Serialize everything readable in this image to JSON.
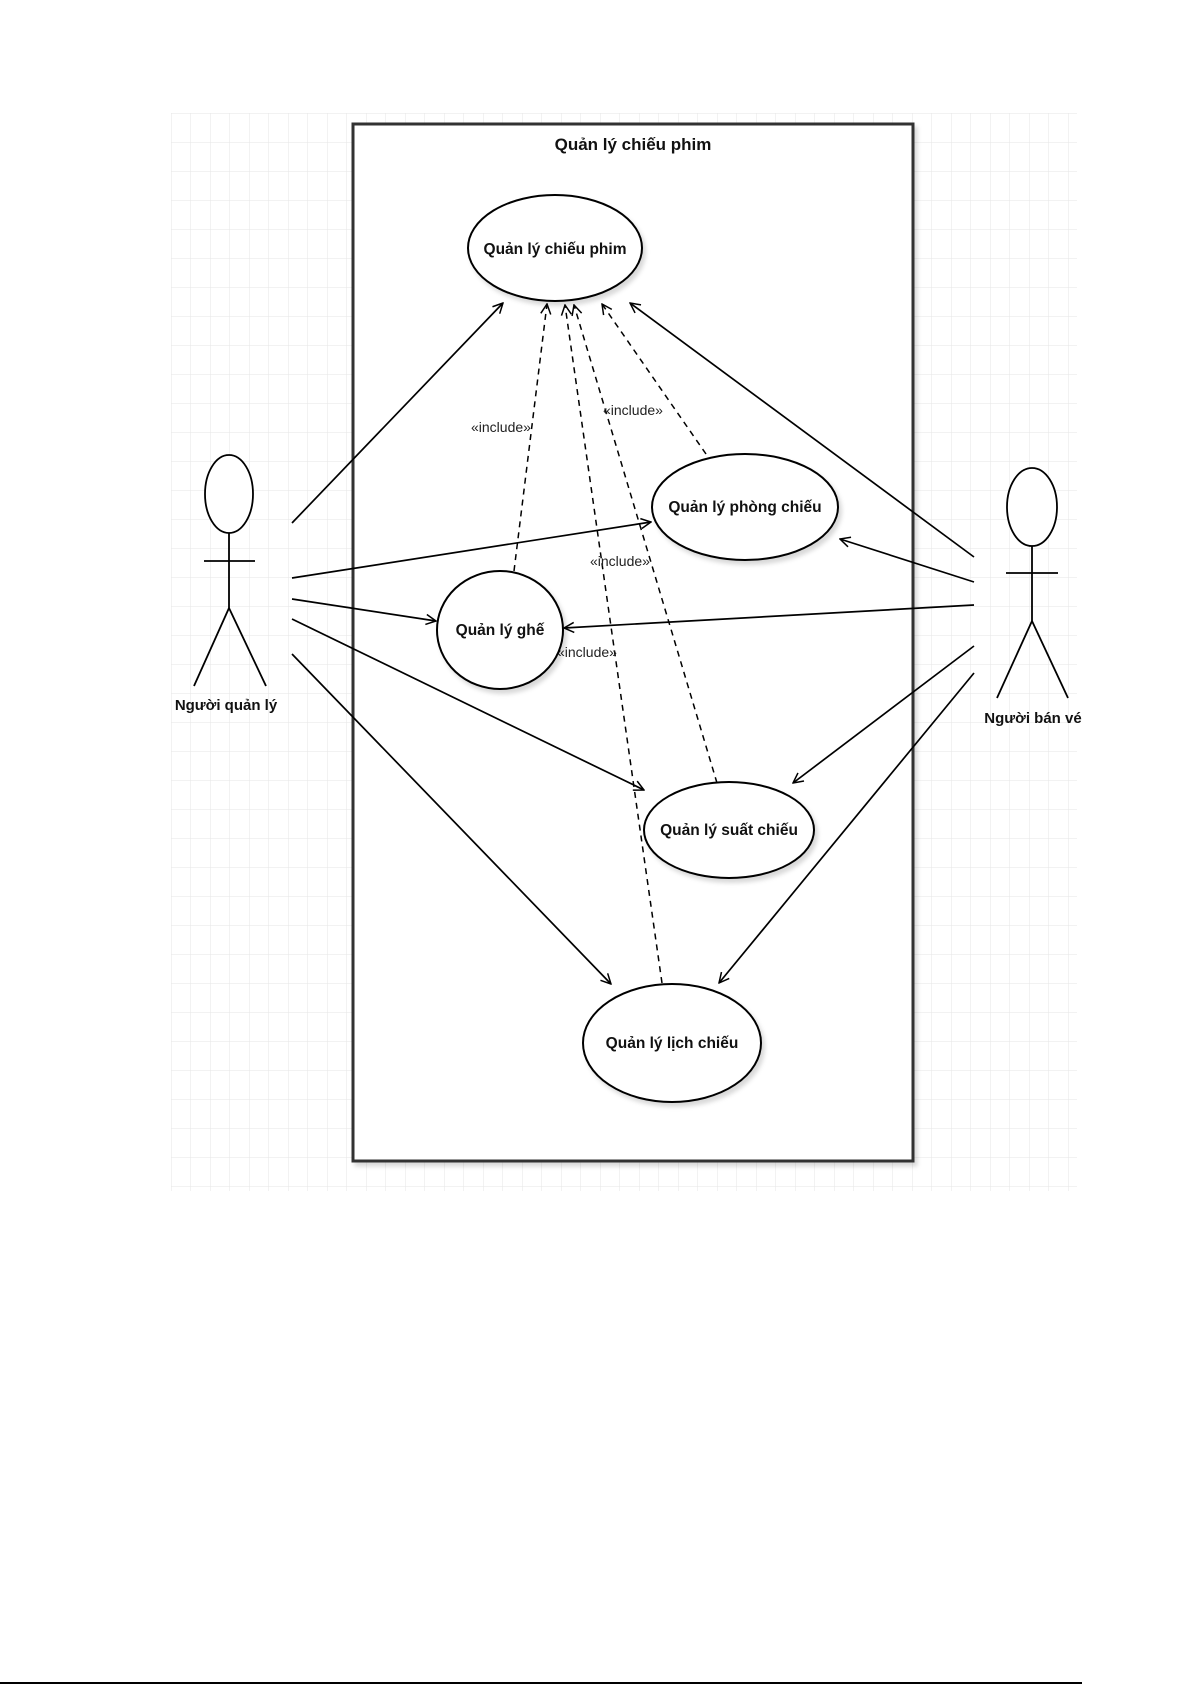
{
  "diagram": {
    "type": "uml-use-case",
    "system_boundary": {
      "title": "Quản lý chiếu phim"
    },
    "actors": [
      {
        "id": "manager",
        "label": "Người quản lý"
      },
      {
        "id": "seller",
        "label": "Người bán vé"
      }
    ],
    "use_cases": [
      {
        "id": "uc_main",
        "label": "Quản lý chiếu phim"
      },
      {
        "id": "uc_room",
        "label": "Quản lý phòng chiếu"
      },
      {
        "id": "uc_seat",
        "label": "Quản lý ghế"
      },
      {
        "id": "uc_show",
        "label": "Quản lý suất chiếu"
      },
      {
        "id": "uc_sched",
        "label": "Quản lý lịch chiếu"
      }
    ],
    "associations": [
      {
        "from": "manager",
        "to": "uc_main"
      },
      {
        "from": "manager",
        "to": "uc_room"
      },
      {
        "from": "manager",
        "to": "uc_seat"
      },
      {
        "from": "manager",
        "to": "uc_show"
      },
      {
        "from": "manager",
        "to": "uc_sched"
      },
      {
        "from": "seller",
        "to": "uc_main"
      },
      {
        "from": "seller",
        "to": "uc_room"
      },
      {
        "from": "seller",
        "to": "uc_seat"
      },
      {
        "from": "seller",
        "to": "uc_show"
      },
      {
        "from": "seller",
        "to": "uc_sched"
      }
    ],
    "includes": [
      {
        "from": "uc_seat",
        "to": "uc_main",
        "label": "«include»"
      },
      {
        "from": "uc_sched",
        "to": "uc_main",
        "label": "«include»"
      },
      {
        "from": "uc_show",
        "to": "uc_main",
        "label": "«include»"
      },
      {
        "from": "uc_room",
        "to": "uc_main",
        "label": "«include»"
      }
    ],
    "colors": {
      "line": "#000000",
      "grid": "#e6e6e6",
      "boundary": "#333333"
    }
  }
}
